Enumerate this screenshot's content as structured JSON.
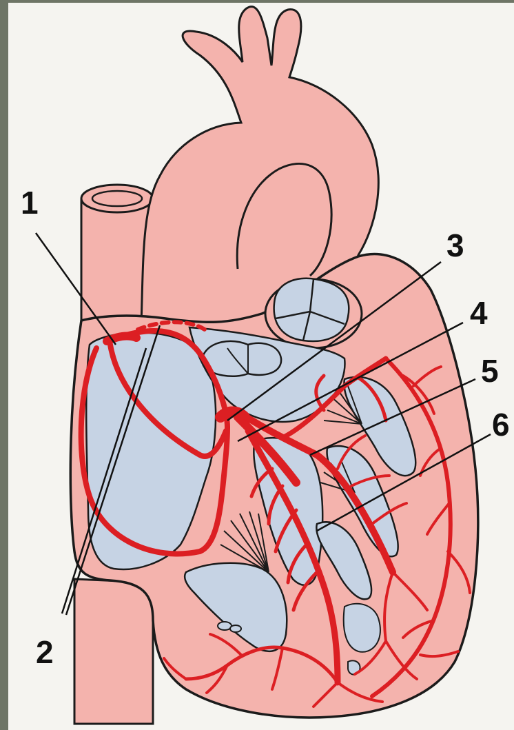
{
  "colors": {
    "frame": "#6e7566",
    "background": "#f5f4f0",
    "tissue": "#f4b3ad",
    "chamber": "#c6d3e4",
    "conduction": "#dc1f23",
    "outline": "#1b1b1b",
    "leader": "#111111"
  },
  "labels": {
    "l1": "1",
    "l2": "2",
    "l3": "3",
    "l4": "4",
    "l5": "5",
    "l6": "6"
  }
}
